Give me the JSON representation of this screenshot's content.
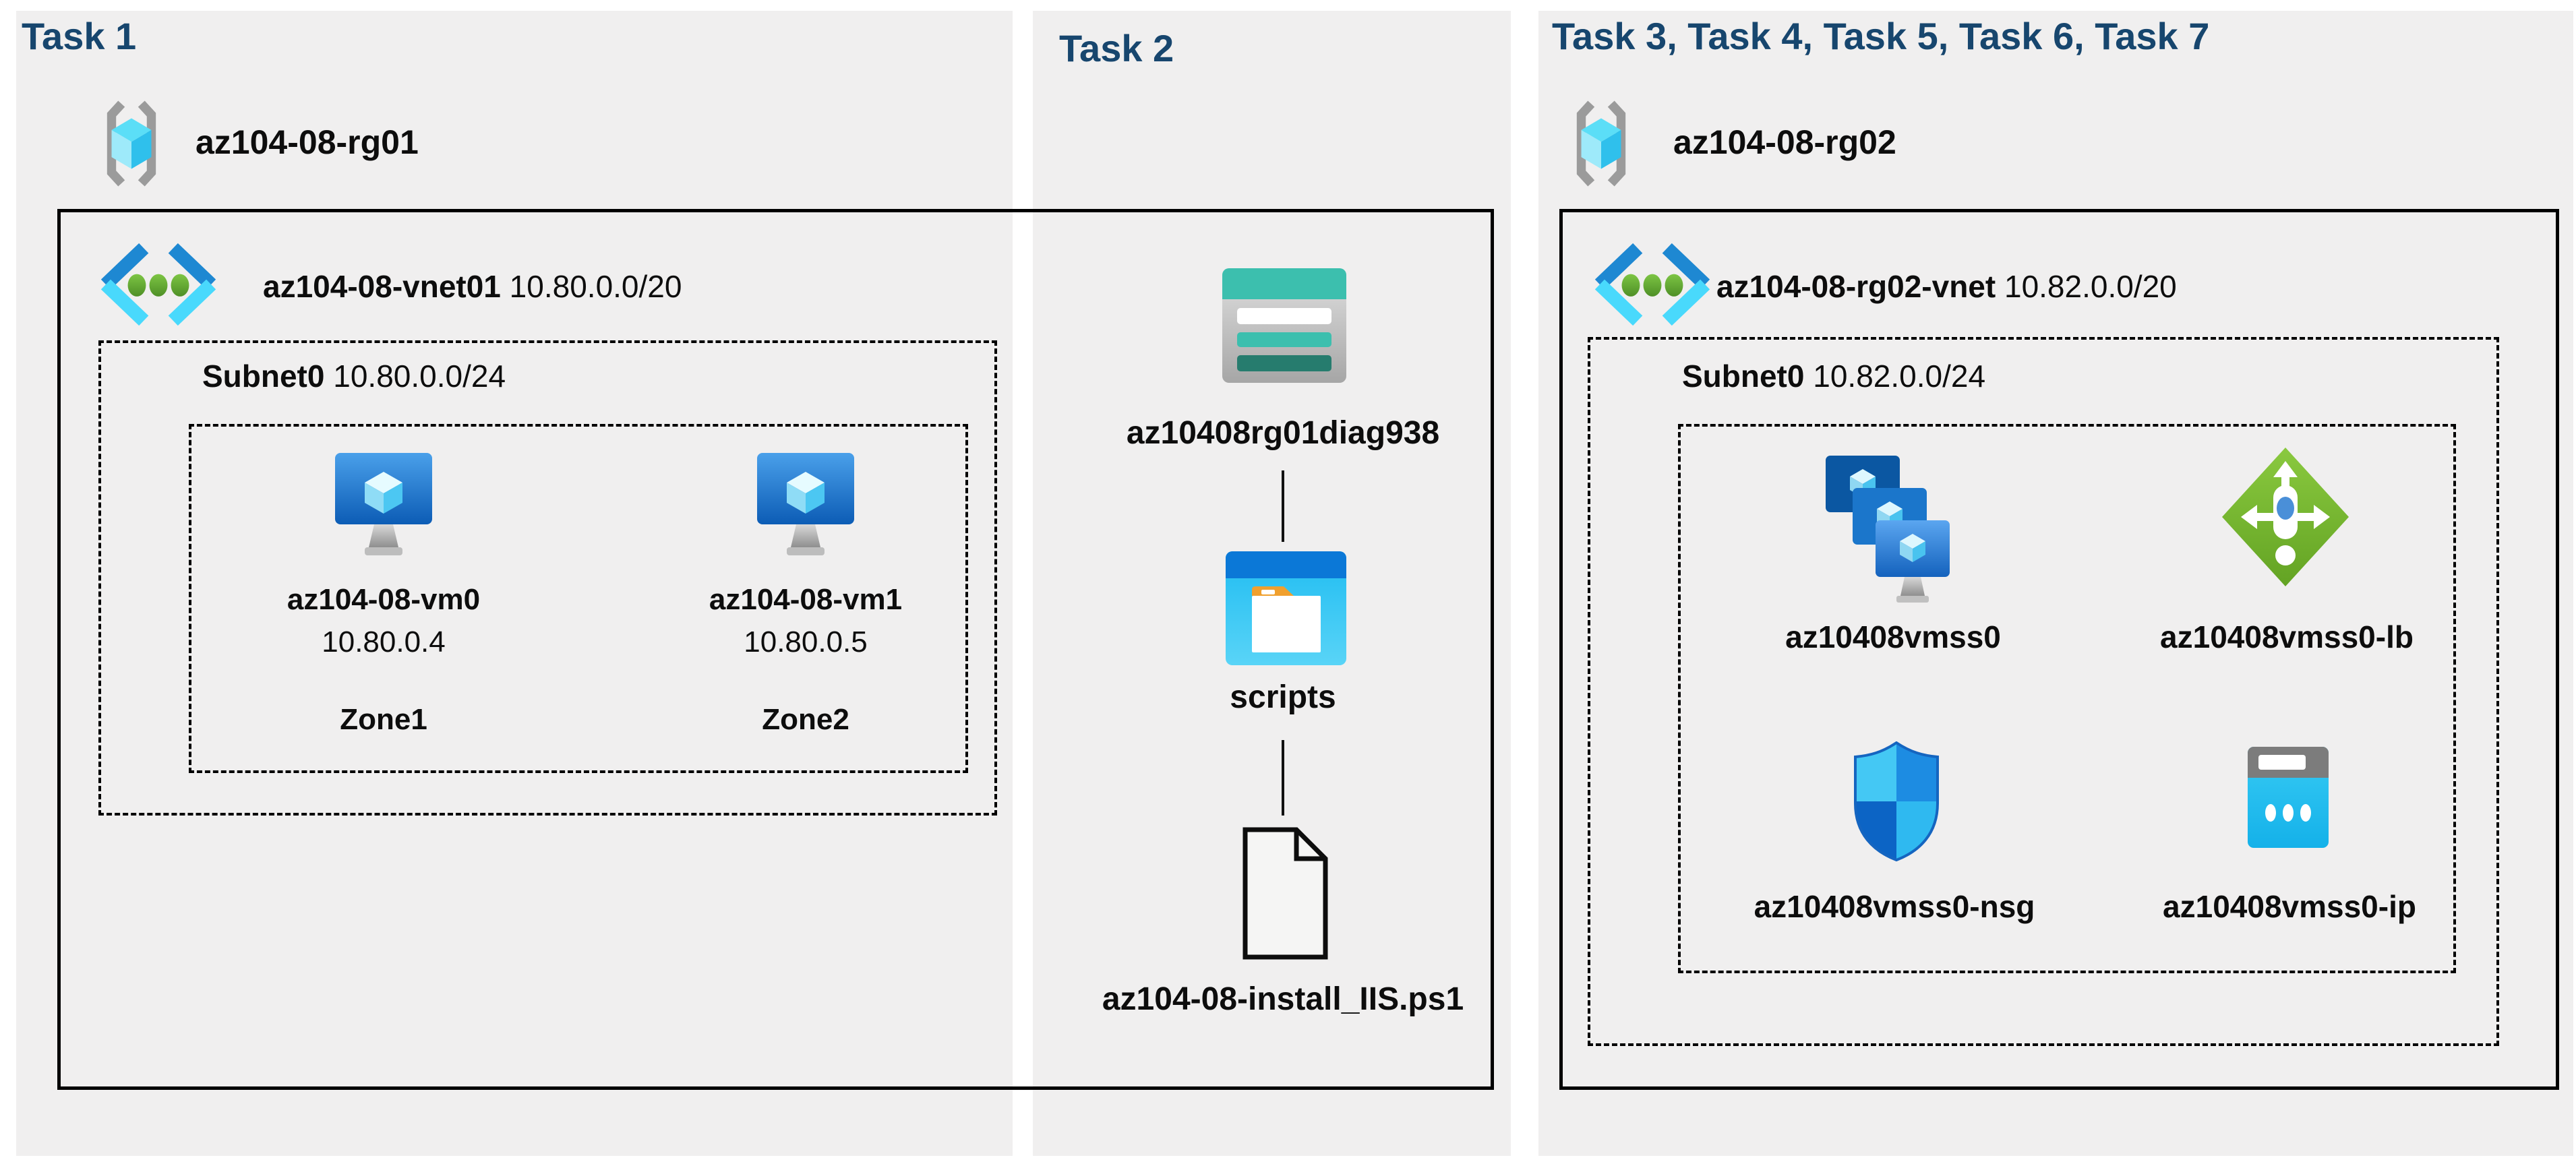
{
  "colors": {
    "task_header": "#17466e",
    "panel_bg": "#f0efef",
    "box_border": "#000000",
    "vnet_blue": "#1e88d2",
    "vnet_cyan": "#49d9fc",
    "vnet_green": "#5f9f2f",
    "storage_teal": "#3cbfae",
    "folder_blue": "#0b78d7",
    "lb_green": "#73b82c",
    "vm_blue": "#1066c0"
  },
  "icon_legend": [
    "resource-group-icon",
    "virtual-network-icon",
    "virtual-machine-icon",
    "storage-account-icon",
    "blob-container-icon",
    "script-file-icon",
    "vm-scale-set-icon",
    "load-balancer-icon",
    "nsg-icon",
    "public-ip-icon"
  ],
  "panels": {
    "task1": {
      "header": "Task 1",
      "resource_group": "az104-08-rg01",
      "vnet": {
        "name": "az104-08-vnet01",
        "cidr": "10.80.0.0/20"
      },
      "subnet": {
        "name": "Subnet0",
        "cidr": "10.80.0.0/24"
      },
      "vms": [
        {
          "name": "az104-08-vm0",
          "ip": "10.80.0.4",
          "zone": "Zone1"
        },
        {
          "name": "az104-08-vm1",
          "ip": "10.80.0.5",
          "zone": "Zone2"
        }
      ]
    },
    "task2": {
      "header": "Task 2",
      "storage_account": "az10408rg01diag938",
      "container": "scripts",
      "file": "az104-08-install_IIS.ps1"
    },
    "task3": {
      "header": "Task 3, Task 4, Task 5, Task 6, Task 7",
      "resource_group": "az104-08-rg02",
      "vnet": {
        "name": "az104-08-rg02-vnet",
        "cidr": "10.82.0.0/20"
      },
      "subnet": {
        "name": "Subnet0",
        "cidr": "10.82.0.0/24"
      },
      "resources": [
        {
          "name": "az10408vmss0"
        },
        {
          "name": "az10408vmss0-lb"
        },
        {
          "name": "az10408vmss0-nsg"
        },
        {
          "name": "az10408vmss0-ip"
        }
      ]
    }
  }
}
